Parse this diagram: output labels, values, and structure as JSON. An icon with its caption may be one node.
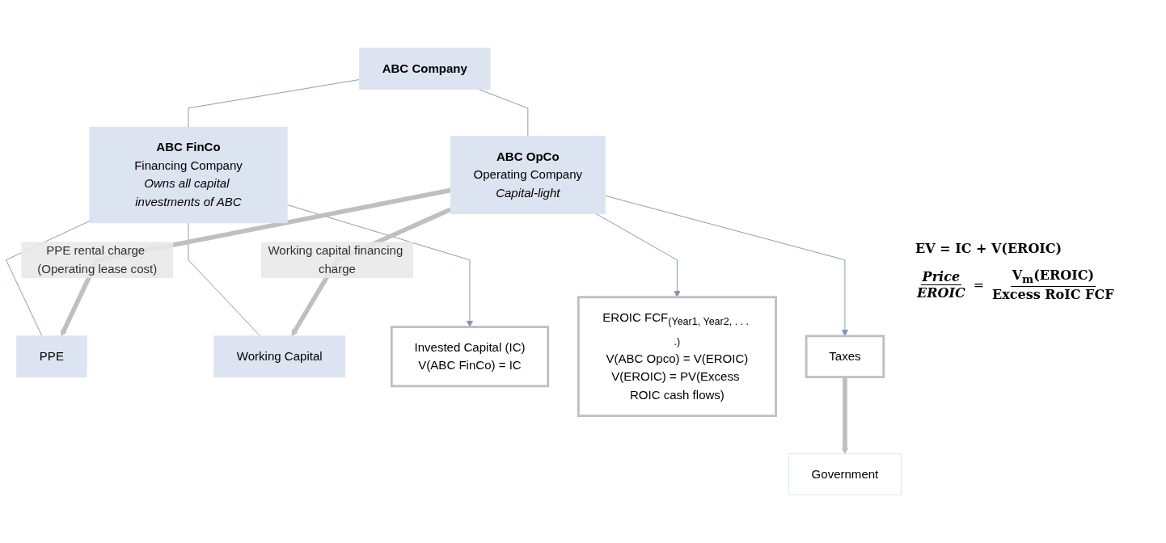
{
  "diagram": {
    "nodes": [
      {
        "text": [
          "ABC Company"
        ]
      },
      {
        "text": [
          "ABC FinCo",
          "Financing Company",
          "Owns all capital investments of ABC"
        ]
      },
      {
        "text": [
          "ABC OpCo",
          "Operating Company",
          "Capital-light"
        ]
      },
      {
        "text": [
          "PPE"
        ]
      },
      {
        "text": [
          "Working Capital"
        ]
      },
      {
        "text": [
          "Invested Capital (IC)",
          "V(ABC FinCo) = IC"
        ]
      },
      {
        "text": [
          "EROIC FCF$_{(Year1, Year2, . . . .)}$",
          "V(ABC Opco) = V(EROIC)",
          "V(EROIC) = PV(Excess ROIC cash flows)"
        ]
      },
      {
        "text": [
          "Taxes"
        ]
      },
      {
        "text": [
          "Government"
        ]
      }
    ],
    "edges": [
      {
        "from": 0,
        "to": 1,
        "arrow": "none"
      },
      {
        "from": 0,
        "to": 2,
        "arrow": "none"
      },
      {
        "from": 1,
        "to": 3,
        "arrow": "none"
      },
      {
        "from": 1,
        "to": 4,
        "arrow": "none"
      },
      {
        "from": 1,
        "to": 5,
        "arrow": "to"
      },
      {
        "from": 2,
        "to": 3,
        "arrow": "to",
        "label": "PPE rental charge (Operating lease cost)",
        "style": "thick",
        "color": "#bfbfbf"
      },
      {
        "from": 2,
        "to": 4,
        "arrow": "to",
        "label": "Working capital financing charge",
        "style": "thick",
        "color": "#bfbfbf"
      },
      {
        "from": 2,
        "to": 7,
        "arrow": "to"
      },
      {
        "from": 7,
        "to": 8,
        "arrow": "to",
        "style": "thick",
        "color": "#bfbfbf"
      },
      {
        "from": 2,
        "to": 6,
        "arrow": "to"
      }
    ],
    "labels": [
      "EV = IC + V(EROIC)",
      "Price",
      "EROIC",
      "=",
      "V$_{m}$(EROIC)",
      "Excess RoIC FCF"
    ]
  }
}
